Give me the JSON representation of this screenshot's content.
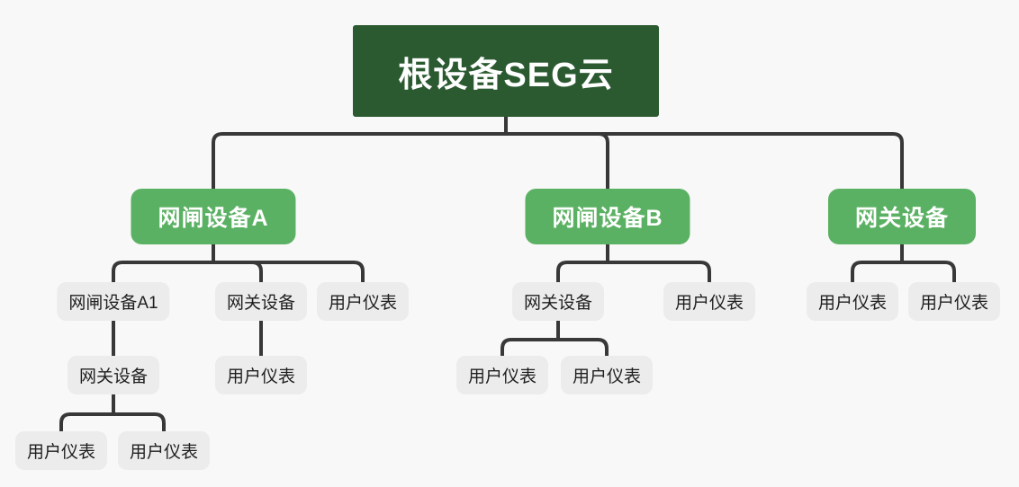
{
  "diagram": {
    "title": "device-hierarchy-tree",
    "colors": {
      "page_background": "#f8f8f8",
      "root_node": "#2b5a30",
      "branch_node": "#5bb163",
      "leaf_node": "#ececec",
      "leaf_text": "#1f1f1f",
      "connector": "#383838"
    },
    "tree": {
      "label": "根设备SEG云",
      "children": [
        {
          "label": "网闸设备A",
          "children": [
            {
              "label": "网闸设备A1",
              "children": [
                {
                  "label": "网关设备",
                  "children": [
                    {
                      "label": "用户仪表"
                    },
                    {
                      "label": "用户仪表"
                    }
                  ]
                }
              ]
            },
            {
              "label": "网关设备",
              "children": [
                {
                  "label": "用户仪表"
                }
              ]
            },
            {
              "label": "用户仪表"
            }
          ]
        },
        {
          "label": "网闸设备B",
          "children": [
            {
              "label": "网关设备",
              "children": [
                {
                  "label": "用户仪表"
                },
                {
                  "label": "用户仪表"
                }
              ]
            },
            {
              "label": "用户仪表"
            }
          ]
        },
        {
          "label": "网关设备",
          "children": [
            {
              "label": "用户仪表"
            },
            {
              "label": "用户仪表"
            }
          ]
        }
      ]
    }
  }
}
